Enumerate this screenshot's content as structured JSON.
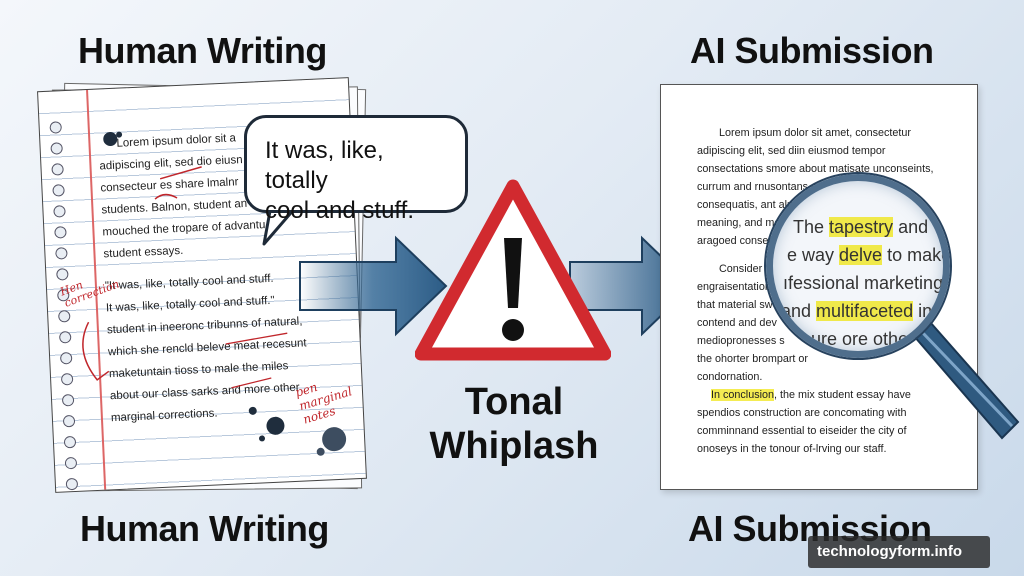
{
  "headings": {
    "left_top": "Human Writing",
    "left_bottom": "Human Writing",
    "right_top": "AI Submission",
    "right_bottom": "AI Submission"
  },
  "notebook": {
    "lines": [
      "Lorem ipsum dolor sit a",
      "adipiscing elit, sed dio eiusn",
      "consecteur es share lmalnr",
      "students. Balnon, student an",
      "mouched the tropare of advantu",
      "student essays.",
      "\"It was, like, totally cool and stuff.",
      "It was, like, totally cool and stuff.\"",
      "student in ineeronc tribunns of natural,",
      "which she rencld beleve meat recesunt",
      "maketuntain tioss to male the miles",
      "about our class sarks and more other",
      "marginal corrections."
    ],
    "note_correction": "Hen correction",
    "note_pen": "pen marginal notes"
  },
  "bubble": {
    "line1": "It was, like, totally",
    "line2": "cool and stuff."
  },
  "warning": {
    "line1": "Tonal",
    "line2": "Whiplash"
  },
  "ai_doc": {
    "lines": [
      "Lorem ipsum dolor sit amet, consectetur",
      "adipiscing elit, sed diin eiusmod tempor",
      "consectations smore about matisate unconseints,",
      "currum and rnusontans co",
      "consequatis, ant alna",
      "meaning, and mo",
      "aragoed consec",
      "Consider",
      "engraisentation",
      "that material sw",
      "contend and dev",
      "mediopronesses s",
      "the ohorter brompart or",
      "condornation."
    ],
    "conclusion_hl": "In conclusion",
    "conclusion_rest": ", the mix student essay have",
    "tail": [
      "spendios construction are concomating with",
      "comminnand essential to eiseider the city of",
      "onoseys in the tonour of-lrving our staff."
    ]
  },
  "lens": {
    "l1_pre": "The ",
    "l1_hl": "tapestry",
    "l1_post": " and",
    "l2_pre": "e way ",
    "l2_hl": "delve",
    "l2_post": " to make",
    "l3": "ıfessional marketing",
    "l4_pre": " and ",
    "l4_hl": "multifaceted",
    "l4_post": " in",
    "l5": "n sure ore other"
  },
  "watermark": "technologyform.info",
  "colors": {
    "arrow": "#2c5c86",
    "warning_red": "#d12a2f",
    "highlight": "#f4ec52",
    "margin_red": "#c0262b"
  }
}
